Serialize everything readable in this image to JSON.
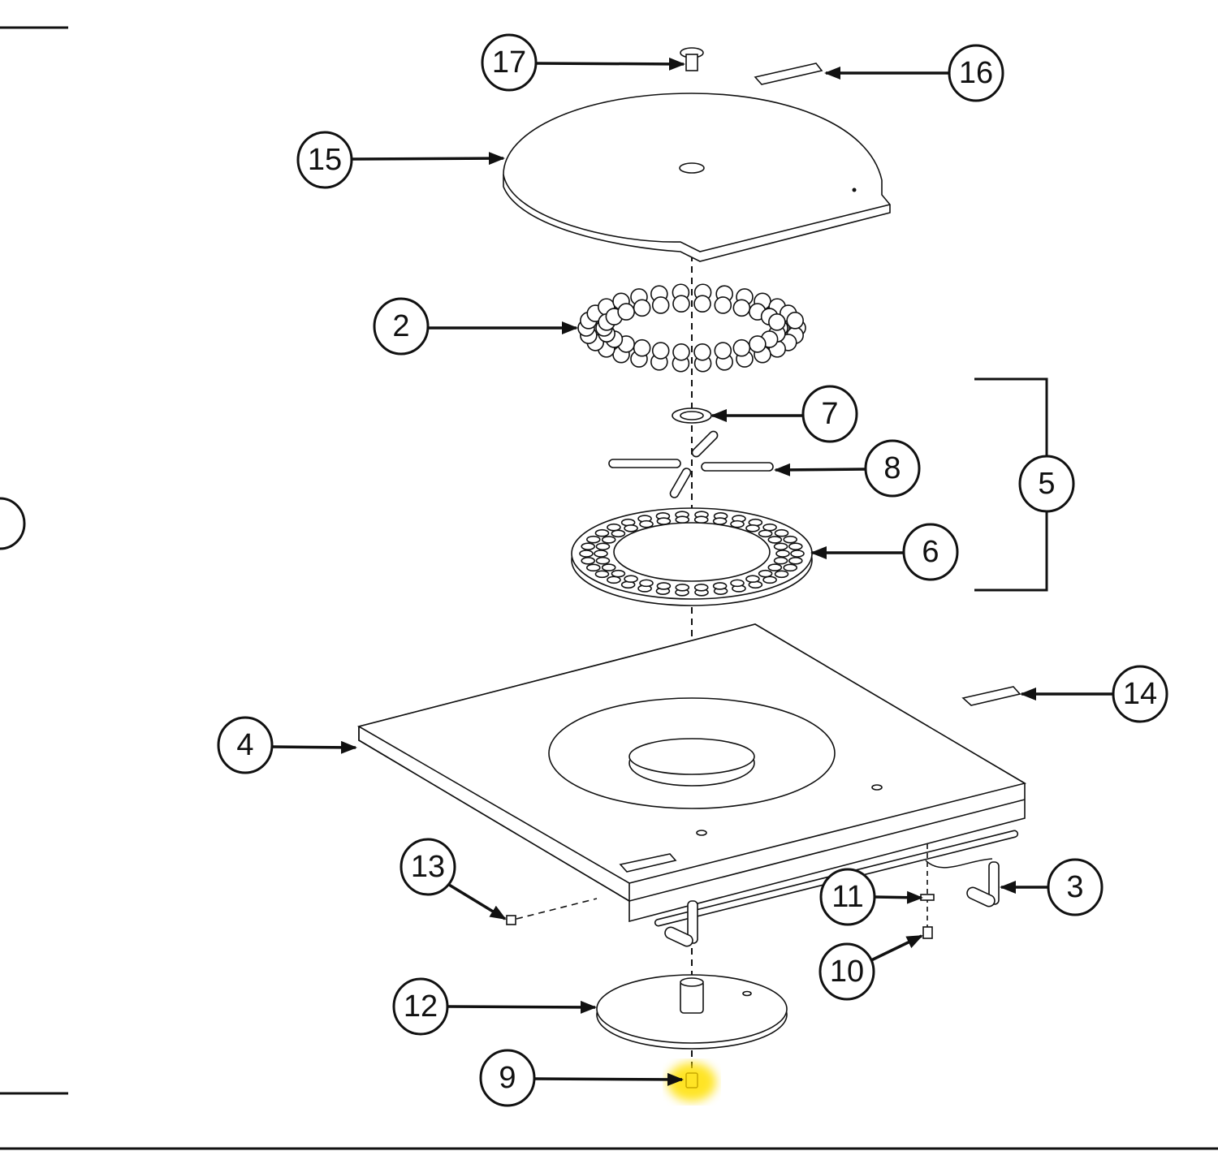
{
  "diagram": {
    "type": "exploded-parts-view",
    "callouts": [
      "17",
      "16",
      "15",
      "2",
      "7",
      "8",
      "5",
      "6",
      "14",
      "4",
      "13",
      "11",
      "3",
      "10",
      "12",
      "9"
    ],
    "highlight_color": "#ffe000",
    "line_color": "#111111"
  }
}
